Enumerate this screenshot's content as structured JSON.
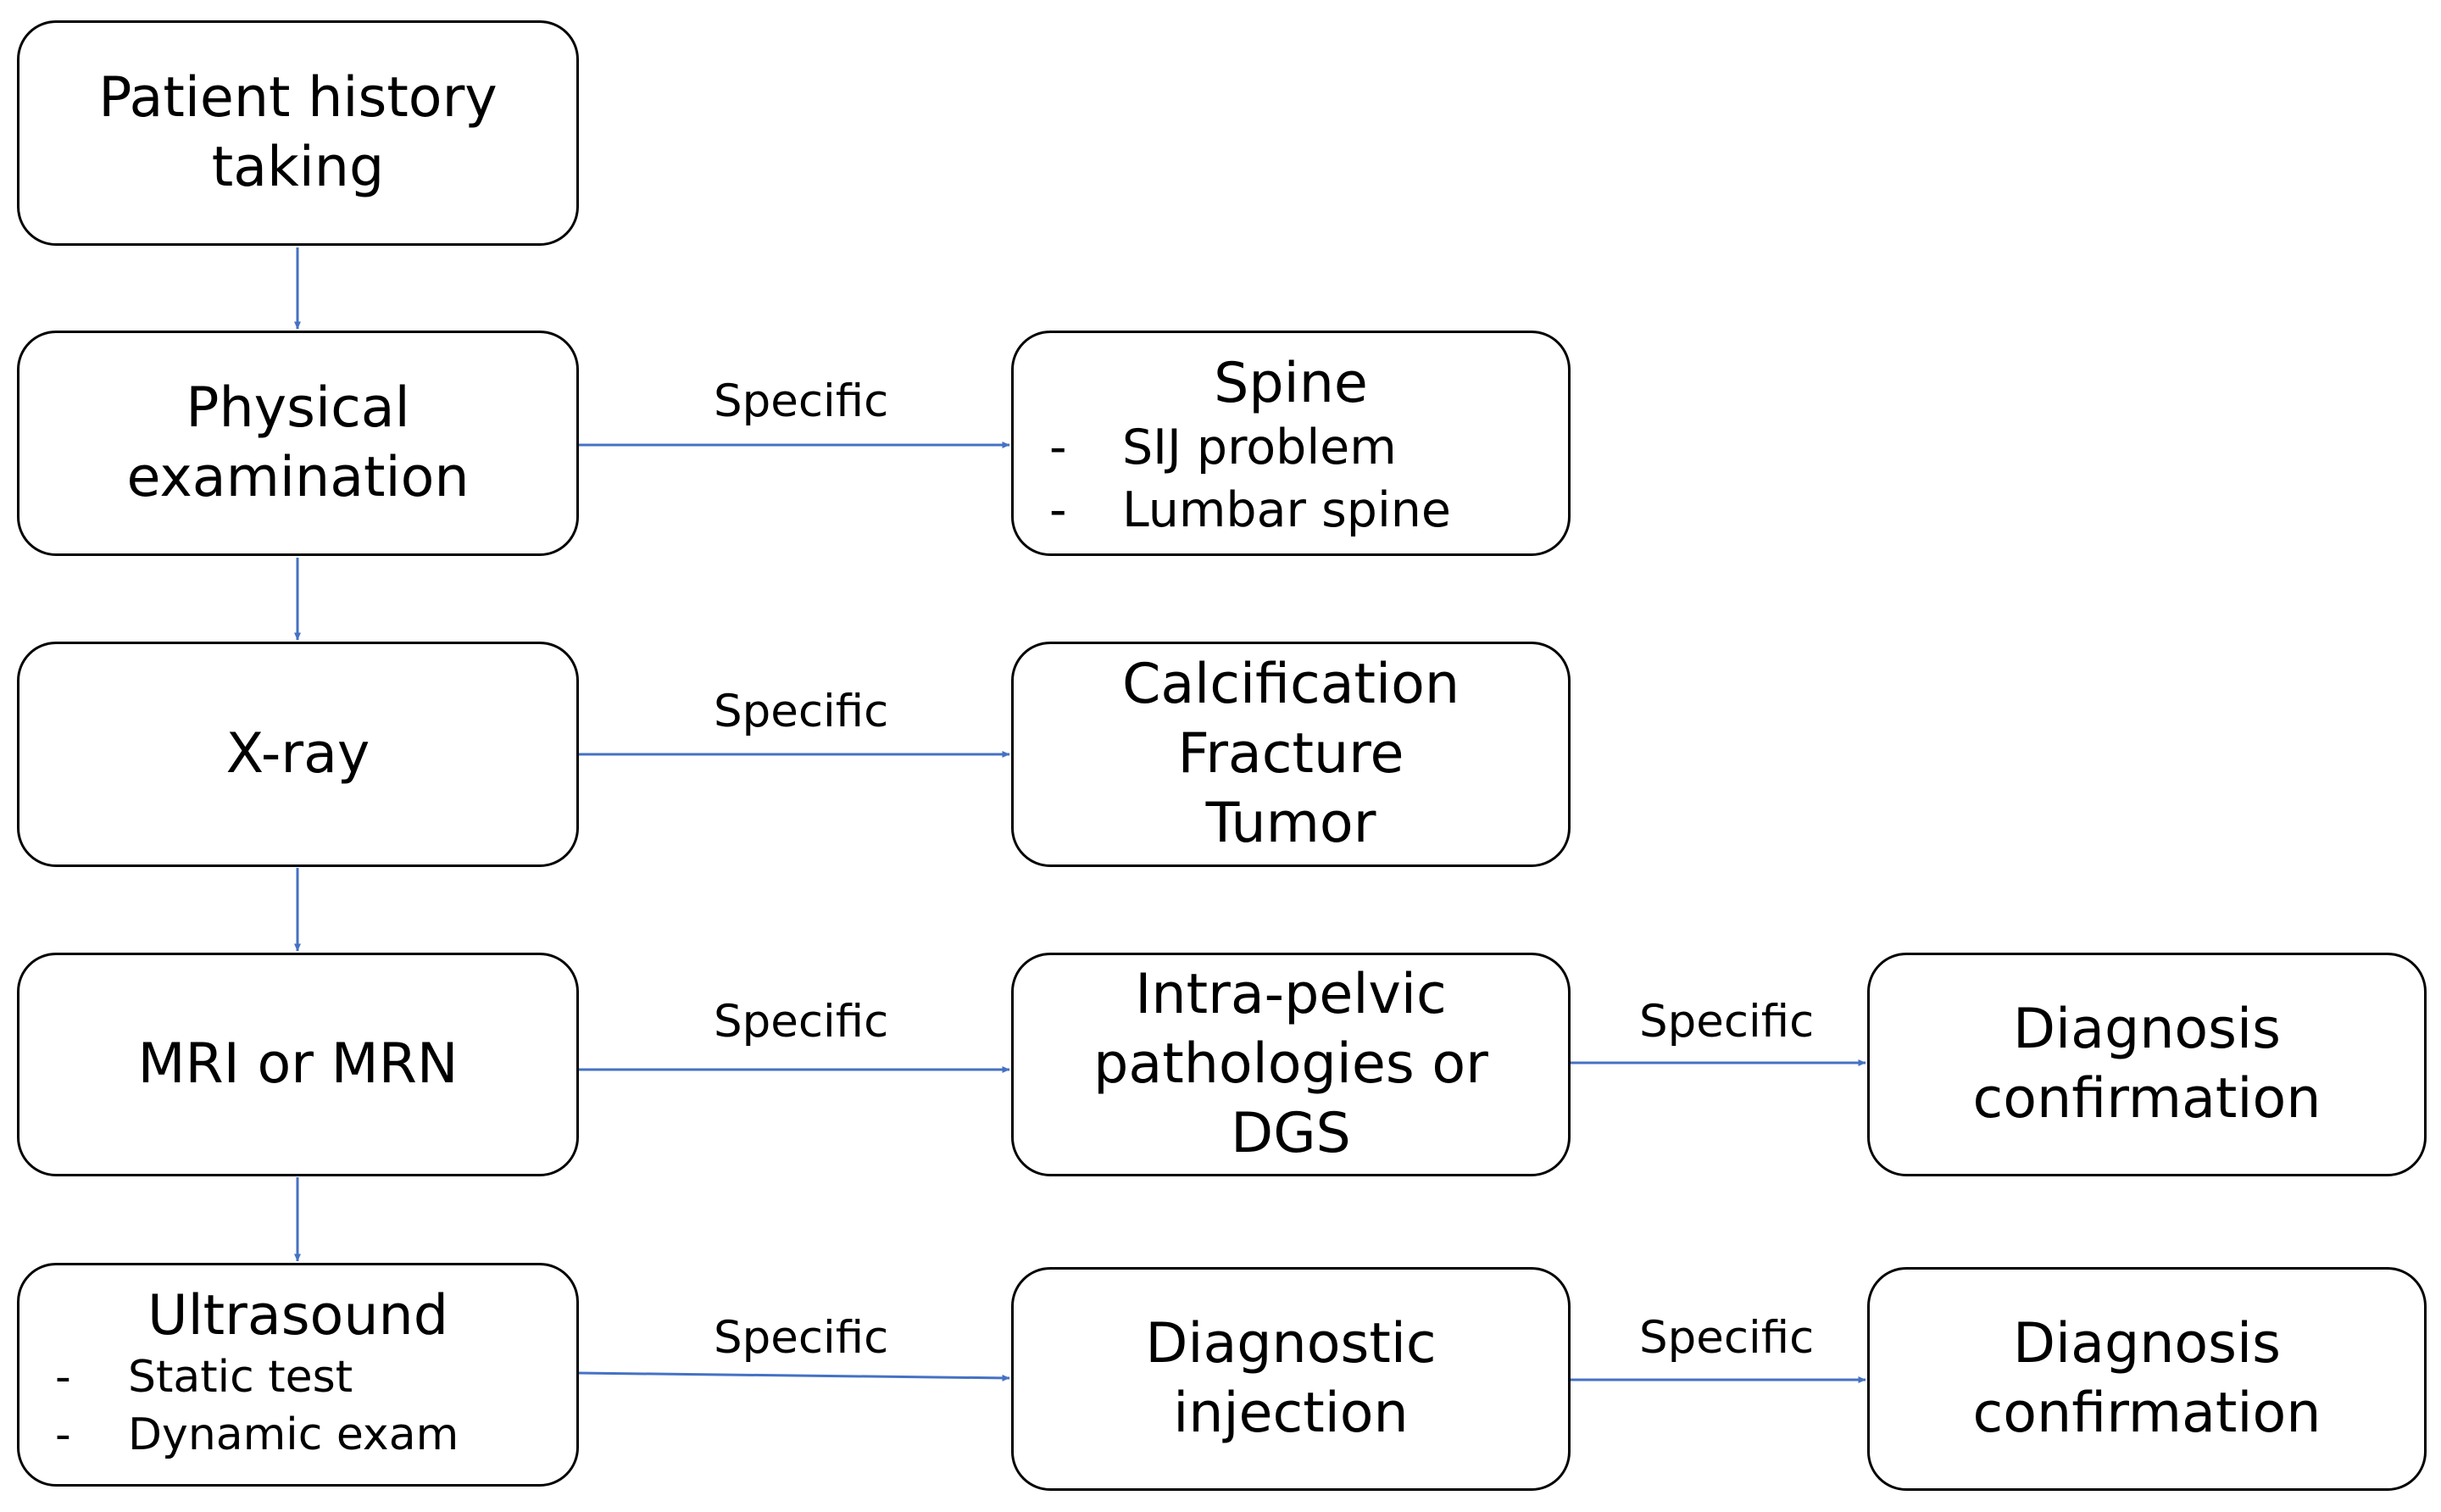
{
  "diagram": {
    "nodes": {
      "history": {
        "title": "Patient history\ntaking"
      },
      "physical": {
        "title": "Physical\nexamination"
      },
      "xray": {
        "title": "X-ray"
      },
      "mri": {
        "title": "MRI or MRN"
      },
      "ultrasound": {
        "title": "Ultrasound",
        "items": [
          "Static test",
          "Dynamic exam"
        ]
      },
      "spine": {
        "title": "Spine",
        "items": [
          "SIJ problem",
          "Lumbar spine"
        ]
      },
      "xray_findings": {
        "title": "Calcification\nFracture\nTumor"
      },
      "intra_pelvic": {
        "title": "Intra-pelvic\npathologies or\nDGS"
      },
      "diagnostic_injection": {
        "title": "Diagnostic\ninjection"
      },
      "confirmation_mri": {
        "title": "Diagnosis\nconfirmation"
      },
      "confirmation_injection": {
        "title": "Diagnosis\nconfirmation"
      }
    },
    "bullet_marker": "-",
    "edge_labels": {
      "physical_spine": "Specific",
      "xray_findings": "Specific",
      "mri_intra_pelvic": "Specific",
      "ultrasound_injection": "Specific",
      "intra_pelvic_confirmation": "Specific",
      "injection_confirmation": "Specific"
    },
    "colors": {
      "box_border": "#000000",
      "arrow": "#4472C4",
      "text": "#000000",
      "background": "#ffffff"
    }
  }
}
